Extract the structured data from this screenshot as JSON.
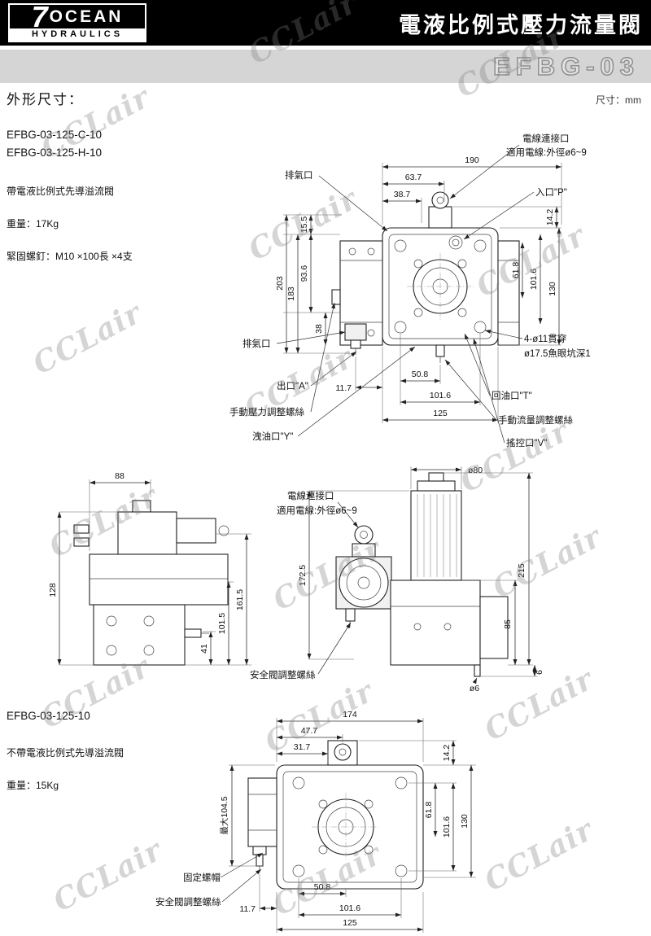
{
  "watermark": {
    "text": "CCLair"
  },
  "header": {
    "logo_seven": "7",
    "logo_ocean": "OCEAN",
    "logo_sub": "HYDRAULICS",
    "title": "電液比例式壓力流量閥",
    "model_code": "EFBG-03"
  },
  "intro": {
    "section_title": "外形尺寸：",
    "unit": "尺寸：mm"
  },
  "variant_a": {
    "model_1": "EFBG-03-125-C-10",
    "model_2": "EFBG-03-125-H-10",
    "description": "帶電液比例式先導溢流閥",
    "weight": "重量：17Kg",
    "screws": "緊固螺釘：M10 ×100長 ×4支"
  },
  "drawing1": {
    "dim_190": "190",
    "dim_63_7": "63.7",
    "dim_38_7": "38.7",
    "dim_15_5": "15.5",
    "dim_93_6": "93.6",
    "dim_183": "183",
    "dim_203": "203",
    "dim_38": "38",
    "dim_14_2": "14.2",
    "dim_61_8": "61.8",
    "dim_101_6_right": "101.6",
    "dim_130": "130",
    "dim_50_8": "50.8",
    "dim_11_7": "11.7",
    "dim_101_6_bottom": "101.6",
    "dim_125": "125",
    "label_exhaust_top": "排氣口",
    "label_wire": "電線連接口",
    "label_wire_spec": "適用電線:外徑ø6~9",
    "label_inlet": "入口\"P\"",
    "label_exhaust_bottom": "排氣口",
    "label_outlet": "出口\"A\"",
    "label_manual_pressure": "手動壓力調整螺絲",
    "label_drain": "洩油口\"Y\"",
    "label_return": "回油口\"T\"",
    "label_manual_flow": "手動流量調整螺絲",
    "label_remote": "搖控口\"V\"",
    "label_holes": "4-ø11貫穿",
    "label_counterbore": "ø17.5魚眼坑深1"
  },
  "drawing2": {
    "dim_88": "88",
    "dim_128": "128",
    "dim_41": "41",
    "dim_101_5": "101.5",
    "dim_161_5": "161.5",
    "label_wire": "電線連接口",
    "label_wire_spec": "適用電線:外徑ø6~9",
    "dim_d80": "ø80",
    "dim_172_5": "172.5",
    "dim_215": "215",
    "dim_85": "85",
    "dim_d6": "ø6",
    "dim_6": "6",
    "label_safety": "安全閥調整螺絲"
  },
  "variant_b": {
    "model_1": "EFBG-03-125-10",
    "description": "不帶電液比例式先導溢流閥",
    "weight": "重量：15Kg"
  },
  "drawing3": {
    "dim_174": "174",
    "dim_47_7": "47.7",
    "dim_31_7": "31.7",
    "dim_max": "最大104.5",
    "label_nut": "固定螺帽",
    "label_safety": "安全閥調整螺絲",
    "dim_11_7": "11.7",
    "dim_50_8": "50.8",
    "dim_101_6_bottom": "101.6",
    "dim_125": "125",
    "dim_14_2": "14.2",
    "dim_61_8": "61.8",
    "dim_101_6_right": "101.6",
    "dim_130": "130"
  }
}
